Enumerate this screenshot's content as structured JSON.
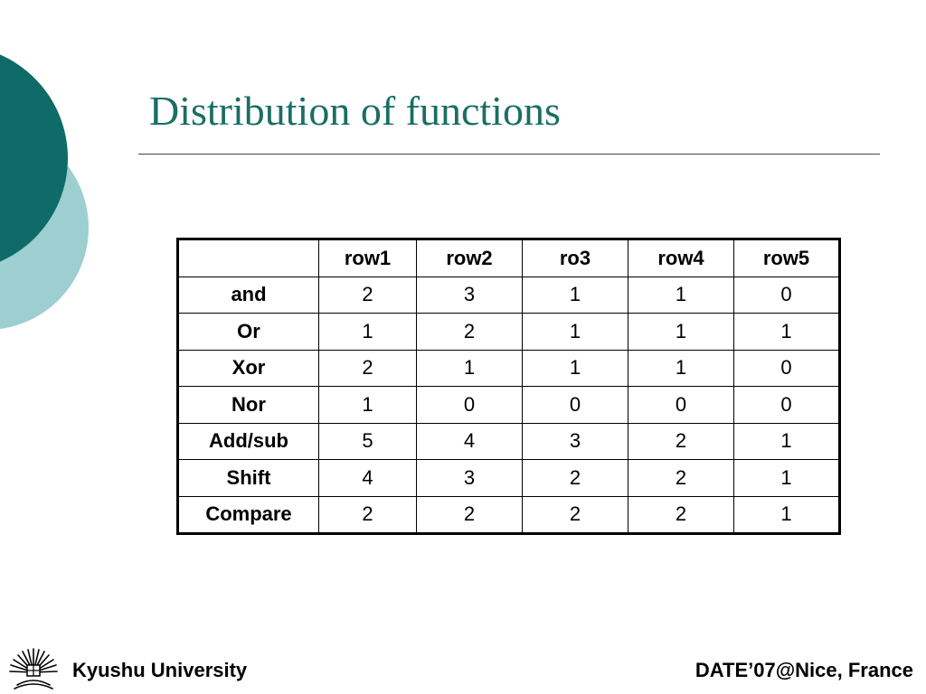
{
  "slide": {
    "title": "Distribution of functions",
    "accent_color": "#1a6e66",
    "circle_dark_color": "#0e6b68",
    "circle_light_color": "#9ecfd0"
  },
  "table": {
    "corner": "",
    "columns": [
      "row1",
      "row2",
      "ro3",
      "row4",
      "row5"
    ],
    "rows": [
      {
        "label": "and",
        "values": [
          "2",
          "3",
          "1",
          "1",
          "0"
        ]
      },
      {
        "label": "Or",
        "values": [
          "1",
          "2",
          "1",
          "1",
          "1"
        ]
      },
      {
        "label": "Xor",
        "values": [
          "2",
          "1",
          "1",
          "1",
          "0"
        ]
      },
      {
        "label": "Nor",
        "values": [
          "1",
          "0",
          "0",
          "0",
          "0"
        ]
      },
      {
        "label": "Add/sub",
        "values": [
          "5",
          "4",
          "3",
          "2",
          "1"
        ]
      },
      {
        "label": "Shift",
        "values": [
          "4",
          "3",
          "2",
          "2",
          "1"
        ]
      },
      {
        "label": "Compare",
        "values": [
          "2",
          "2",
          "2",
          "2",
          "1"
        ]
      }
    ]
  },
  "footer": {
    "left": "Kyushu University",
    "right": "DATE’07@Nice, France",
    "logo_icon": "kyushu-university-emblem-icon"
  }
}
